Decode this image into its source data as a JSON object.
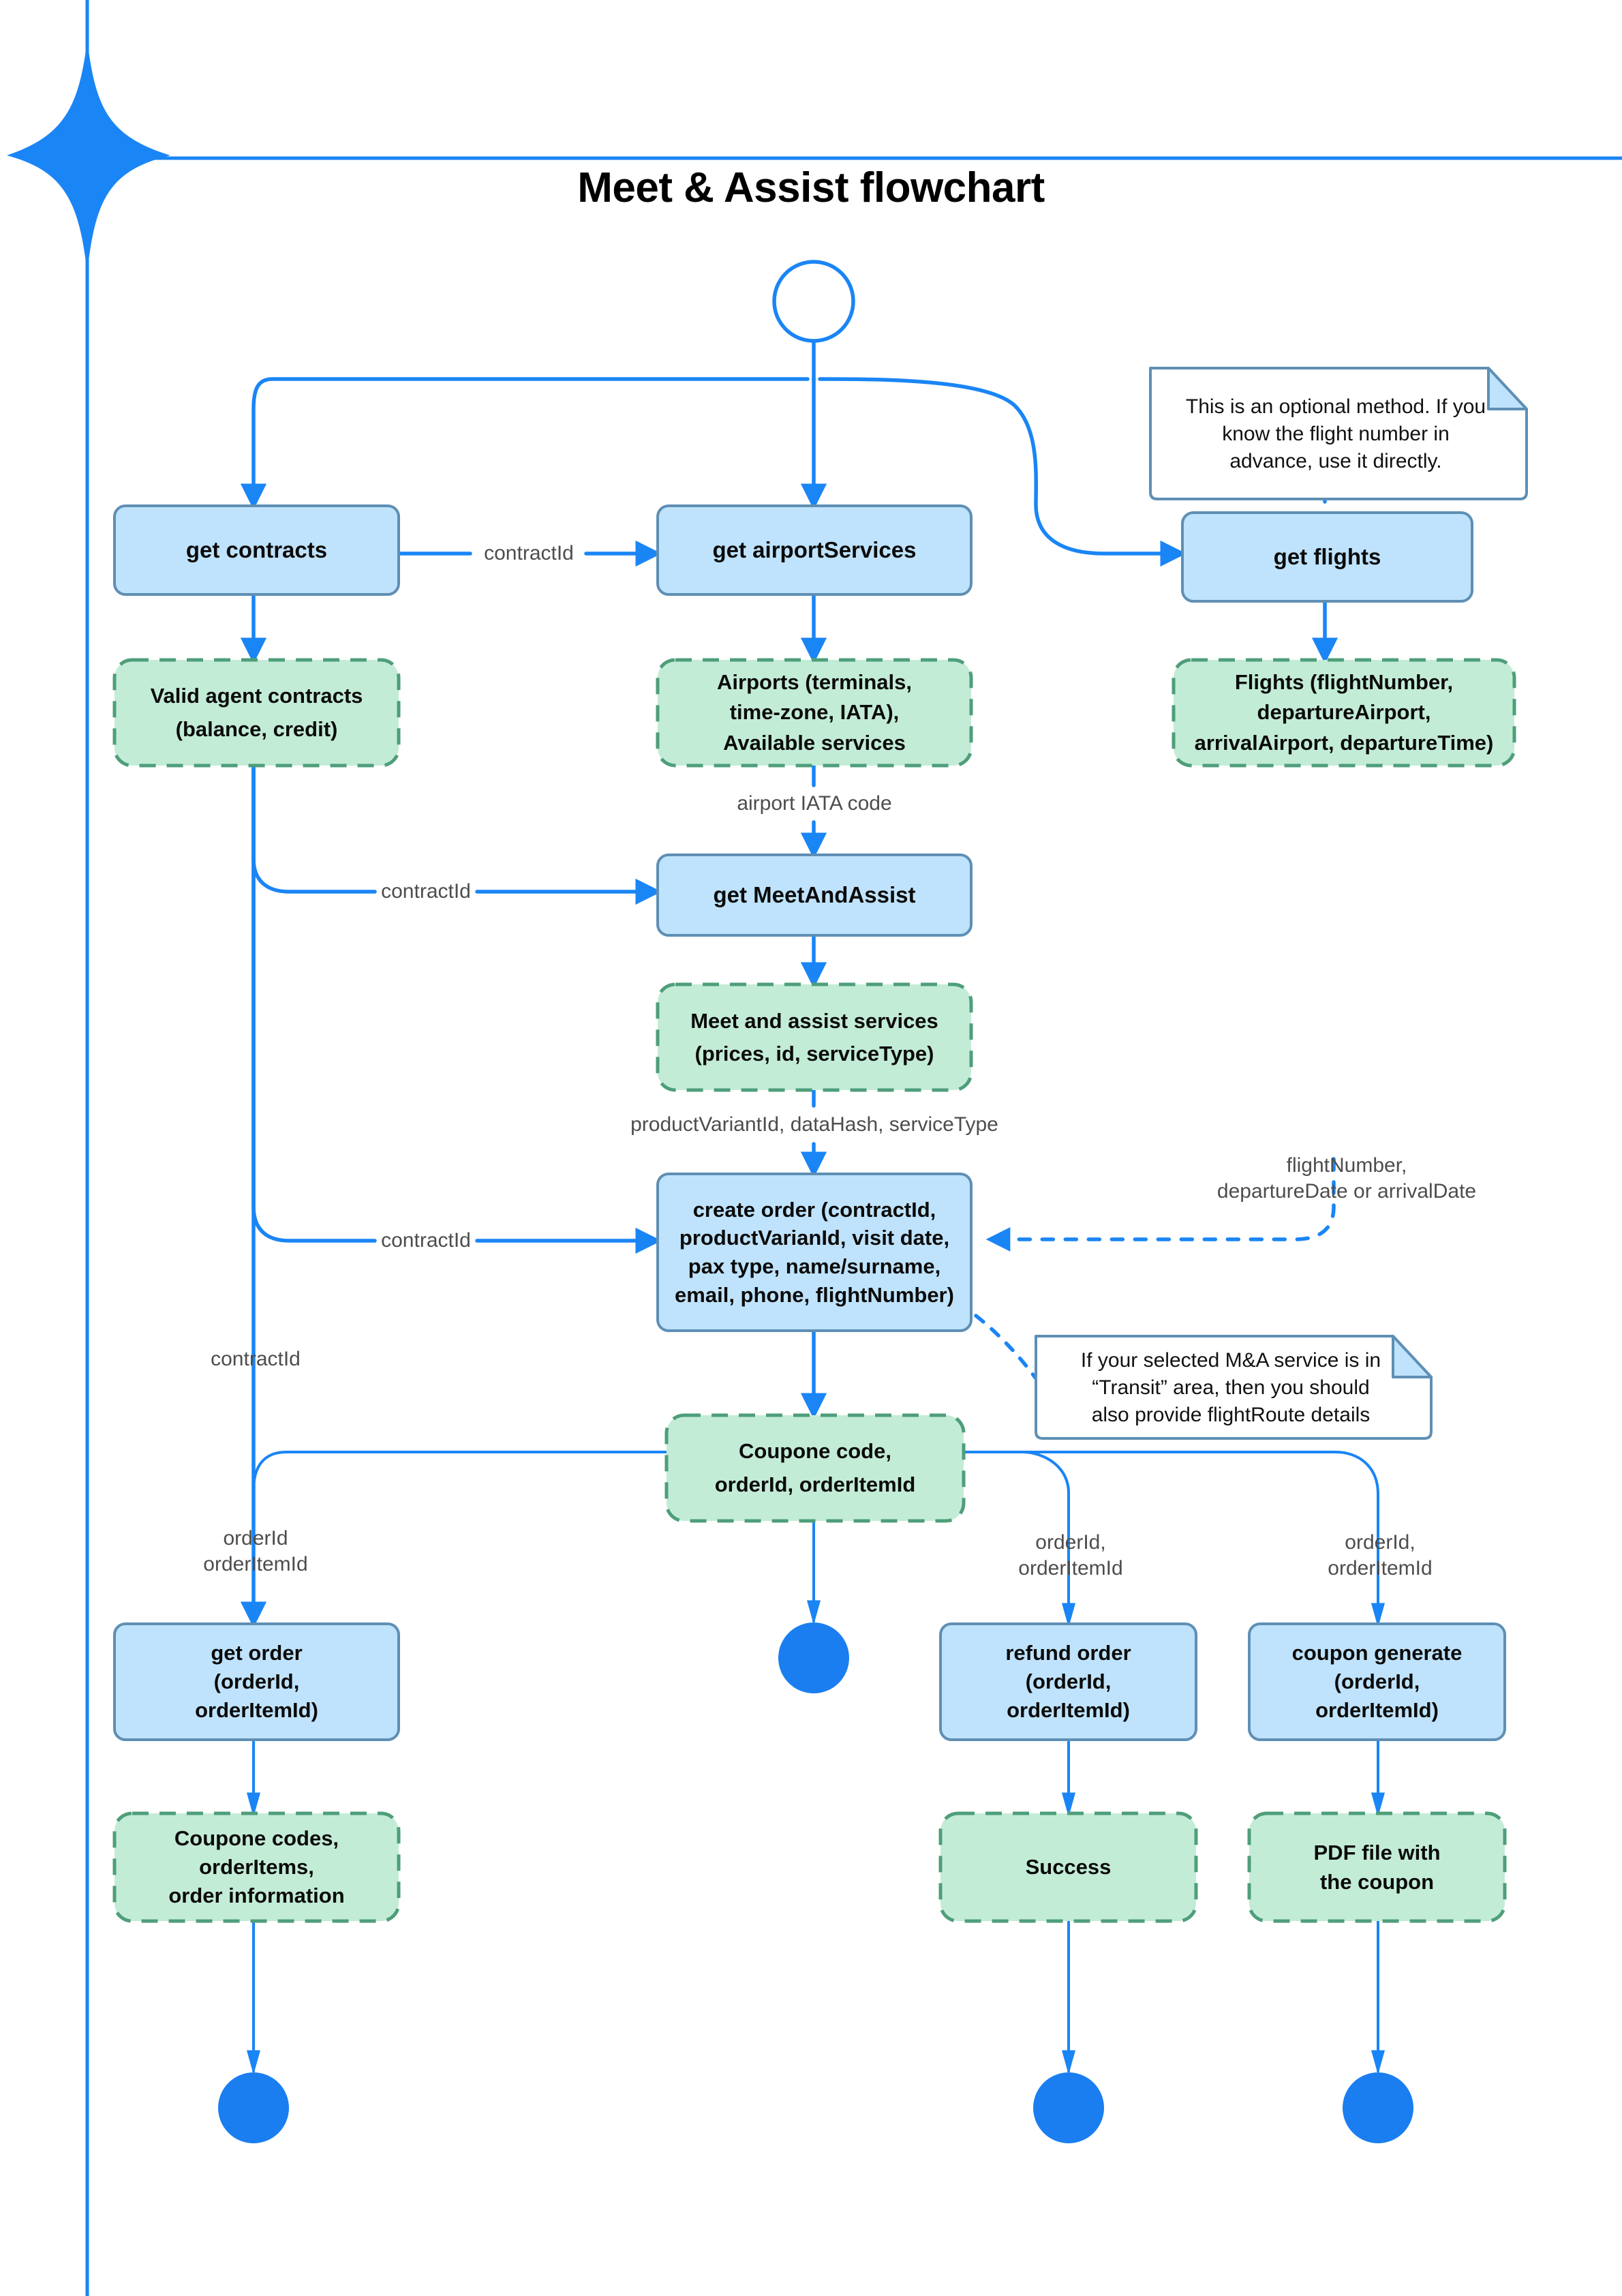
{
  "page": {
    "title": "Meet & Assist flowchart",
    "background": "#ffffff",
    "frame_color": "#1a85f5",
    "sparkle_color": "#1a85f5"
  },
  "palette": {
    "process_fill": "#bfe3fc",
    "process_stroke": "#5f8fb4",
    "data_fill": "#c3ecd6",
    "data_stroke": "#4e9e7a",
    "note_fill": "#ffffff",
    "note_stroke": "#5f8fb4",
    "note_fold_fill": "#bfe3fc",
    "edge_color": "#1a85f5",
    "end_node_fill": "#1a7ef0",
    "node_text": "#0b0b0b",
    "edge_text": "#4d4d4d"
  },
  "chart_data": {
    "type": "diagram",
    "diagram_type": "flowchart",
    "title": "Meet & Assist flowchart",
    "orientation": "top-down",
    "node_kinds": {
      "start": "hollow circle",
      "process": "rounded rectangle, light blue fill, solid blue-gray border",
      "data": "rounded rectangle, light green fill, dashed green border",
      "note": "rectangle with folded top-right corner, white fill",
      "end": "solid blue filled ellipse"
    },
    "nodes": [
      {
        "id": "start",
        "kind": "start",
        "label": ""
      },
      {
        "id": "get-contracts",
        "kind": "process",
        "label": "get contracts"
      },
      {
        "id": "get-airport",
        "kind": "process",
        "label": "get airportServices"
      },
      {
        "id": "get-flights",
        "kind": "process",
        "label": "get flights"
      },
      {
        "id": "valid-contracts",
        "kind": "data",
        "label": "Valid agent contracts\n(balance, credit)"
      },
      {
        "id": "airports",
        "kind": "data",
        "label": "Airports (terminals,\ntime-zone, IATA),\nAvailable services"
      },
      {
        "id": "flights-data",
        "kind": "data",
        "label": "Flights  (flightNumber,\ndepartureAirport,\narrivalAirport, departureTime)"
      },
      {
        "id": "get-meetassist",
        "kind": "process",
        "label": "get MeetAndAssist"
      },
      {
        "id": "ma-services",
        "kind": "data",
        "label": "Meet and assist services\n(prices, id, serviceType)"
      },
      {
        "id": "create-order",
        "kind": "process",
        "label": "create order (contractId,\nproductVarianId, visit date,\npax type, name/surname,\nemail, phone, flightNumber)"
      },
      {
        "id": "coupone-code",
        "kind": "data",
        "label": "Coupone code,\norderId, orderItemId"
      },
      {
        "id": "get-order",
        "kind": "process",
        "label": "get order\n(orderId,\norderItemId)"
      },
      {
        "id": "refund-order",
        "kind": "process",
        "label": "refund order\n(orderId,\norderItemId)"
      },
      {
        "id": "coupon-generate",
        "kind": "process",
        "label": "coupon generate\n(orderId,\norderItemId)"
      },
      {
        "id": "coupone-codes",
        "kind": "data",
        "label": "Coupone codes,\norderItems,\norder information"
      },
      {
        "id": "success",
        "kind": "data",
        "label": "Success"
      },
      {
        "id": "pdf-file",
        "kind": "data",
        "label": "PDF file with\nthe coupon"
      },
      {
        "id": "end-middle",
        "kind": "end",
        "label": ""
      },
      {
        "id": "end-left",
        "kind": "end",
        "label": ""
      },
      {
        "id": "end-refund",
        "kind": "end",
        "label": ""
      },
      {
        "id": "end-coupon",
        "kind": "end",
        "label": ""
      },
      {
        "id": "note-flights",
        "kind": "note",
        "label": "This is an optional method. If you\nknow the flight number in\nadvance, use it directly."
      },
      {
        "id": "note-transit",
        "kind": "note",
        "label": "If your selected M&A service is in\n“Transit” area, then you should\nalso provide flightRoute details"
      }
    ],
    "edges": [
      {
        "from": "start",
        "to": "get-contracts",
        "label": "",
        "style": "solid"
      },
      {
        "from": "start",
        "to": "get-airport",
        "label": "",
        "style": "solid"
      },
      {
        "from": "start",
        "to": "get-flights",
        "label": "",
        "style": "solid"
      },
      {
        "from": "get-contracts",
        "to": "get-airport",
        "label": "contractId",
        "style": "solid"
      },
      {
        "from": "get-contracts",
        "to": "valid-contracts",
        "label": "",
        "style": "solid"
      },
      {
        "from": "get-airport",
        "to": "airports",
        "label": "",
        "style": "solid"
      },
      {
        "from": "get-flights",
        "to": "flights-data",
        "label": "",
        "style": "solid"
      },
      {
        "from": "airports",
        "to": "get-meetassist",
        "label": "airport IATA code",
        "style": "solid"
      },
      {
        "from": "valid-contracts",
        "to": "get-meetassist",
        "label": "contractId",
        "style": "solid"
      },
      {
        "from": "get-meetassist",
        "to": "ma-services",
        "label": "",
        "style": "solid"
      },
      {
        "from": "ma-services",
        "to": "create-order",
        "label": "productVariantId, dataHash, serviceType",
        "style": "solid"
      },
      {
        "from": "valid-contracts",
        "to": "create-order",
        "label": "contractId",
        "style": "solid"
      },
      {
        "from": "flights-data",
        "to": "create-order",
        "label": "flightNumber,\ndepartureDate or arrivalDate",
        "style": "dotted"
      },
      {
        "from": "create-order",
        "to": "coupone-code",
        "label": "",
        "style": "solid"
      },
      {
        "from": "create-order",
        "to": "note-transit",
        "label": "",
        "style": "dotted"
      },
      {
        "from": "note-flights",
        "to": "get-flights",
        "label": "",
        "style": "dotted"
      },
      {
        "from": "valid-contracts",
        "to": "get-order",
        "label": "contractId",
        "style": "solid"
      },
      {
        "from": "coupone-code",
        "to": "get-order",
        "label": "orderId\norderItemId",
        "style": "solid"
      },
      {
        "from": "coupone-code",
        "to": "end-middle",
        "label": "",
        "style": "solid"
      },
      {
        "from": "coupone-code",
        "to": "refund-order",
        "label": "orderId,\norderItemId",
        "style": "solid"
      },
      {
        "from": "coupone-code",
        "to": "coupon-generate",
        "label": "orderId,\norderItemId",
        "style": "solid"
      },
      {
        "from": "get-order",
        "to": "coupone-codes",
        "label": "",
        "style": "solid"
      },
      {
        "from": "refund-order",
        "to": "success",
        "label": "",
        "style": "solid"
      },
      {
        "from": "coupon-generate",
        "to": "pdf-file",
        "label": "",
        "style": "solid"
      },
      {
        "from": "coupone-codes",
        "to": "end-left",
        "label": "",
        "style": "solid"
      },
      {
        "from": "success",
        "to": "end-refund",
        "label": "",
        "style": "solid"
      },
      {
        "from": "pdf-file",
        "to": "end-coupon",
        "label": "",
        "style": "solid"
      }
    ]
  },
  "nodes": {
    "get_contracts": "get contracts",
    "get_airport_services": "get airportServices",
    "get_flights": "get flights",
    "valid_contracts_l1": "Valid agent contracts",
    "valid_contracts_l2": "(balance, credit)",
    "airports_l1": "Airports (terminals,",
    "airports_l2": "time-zone, IATA),",
    "airports_l3": "Available services",
    "flights_l1": "Flights  (flightNumber,",
    "flights_l2": "departureAirport,",
    "flights_l3": "arrivalAirport, departureTime)",
    "get_meetandassist": "get MeetAndAssist",
    "ma_services_l1": "Meet and assist services",
    "ma_services_l2": "(prices, id, serviceType)",
    "create_order_l1": "create order (contractId,",
    "create_order_l2": "productVarianId, visit date,",
    "create_order_l3": "pax type, name/surname,",
    "create_order_l4": "email, phone, flightNumber)",
    "coupone_code_l1": "Coupone code,",
    "coupone_code_l2": "orderId, orderItemId",
    "get_order_l1": "get order",
    "get_order_l2": "(orderId,",
    "get_order_l3": "orderItemId)",
    "refund_order_l1": "refund order",
    "refund_order_l2": "(orderId,",
    "refund_order_l3": "orderItemId)",
    "coupon_generate_l1": "coupon generate",
    "coupon_generate_l2": "(orderId,",
    "coupon_generate_l3": "orderItemId)",
    "coupone_codes_l1": "Coupone codes,",
    "coupone_codes_l2": "orderItems,",
    "coupone_codes_l3": "order information",
    "success": "Success",
    "pdf_file_l1": "PDF file with",
    "pdf_file_l2": "the coupon"
  },
  "notes": {
    "flights_l1": "This is an optional method. If you",
    "flights_l2": "know the flight number in",
    "flights_l3": "advance, use it directly.",
    "transit_l1": "If your selected M&A service is in",
    "transit_l2": "“Transit” area, then you should",
    "transit_l3": "also provide flightRoute details"
  },
  "edge_labels": {
    "contract_to_airport": "contractId",
    "airport_iata": "airport IATA code",
    "contract_to_ma": "contractId",
    "product_variant": "productVariantId, dataHash, serviceType",
    "flight_l1": "flightNumber,",
    "flight_l2": "departureDate or arrivalDate",
    "contract_to_order": "contractId",
    "contract_left": "contractId",
    "order_left_l1": "orderId",
    "order_left_l2": "orderItemId",
    "order_refund_l1": "orderId,",
    "order_refund_l2": "orderItemId",
    "order_coupon_l1": "orderId,",
    "order_coupon_l2": "orderItemId"
  }
}
